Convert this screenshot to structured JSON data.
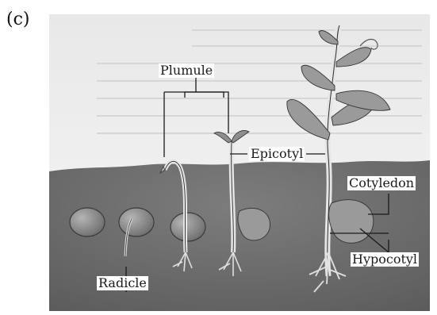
{
  "panel": {
    "letter": "(c)"
  },
  "labels": {
    "plumule": "Plumule",
    "epicotyl": "Epicotyl",
    "cotyledon": "Cotyledon",
    "hypocotyl": "Hypocotyl",
    "radicle": "Radicle"
  },
  "colors": {
    "soil": "#6b6b6b",
    "sky": "#f2f2f2",
    "stem": "#d9d9d9",
    "seed": "#8a8a8a",
    "leaf": "#9a9a9a",
    "line": "#1a1a1a"
  }
}
